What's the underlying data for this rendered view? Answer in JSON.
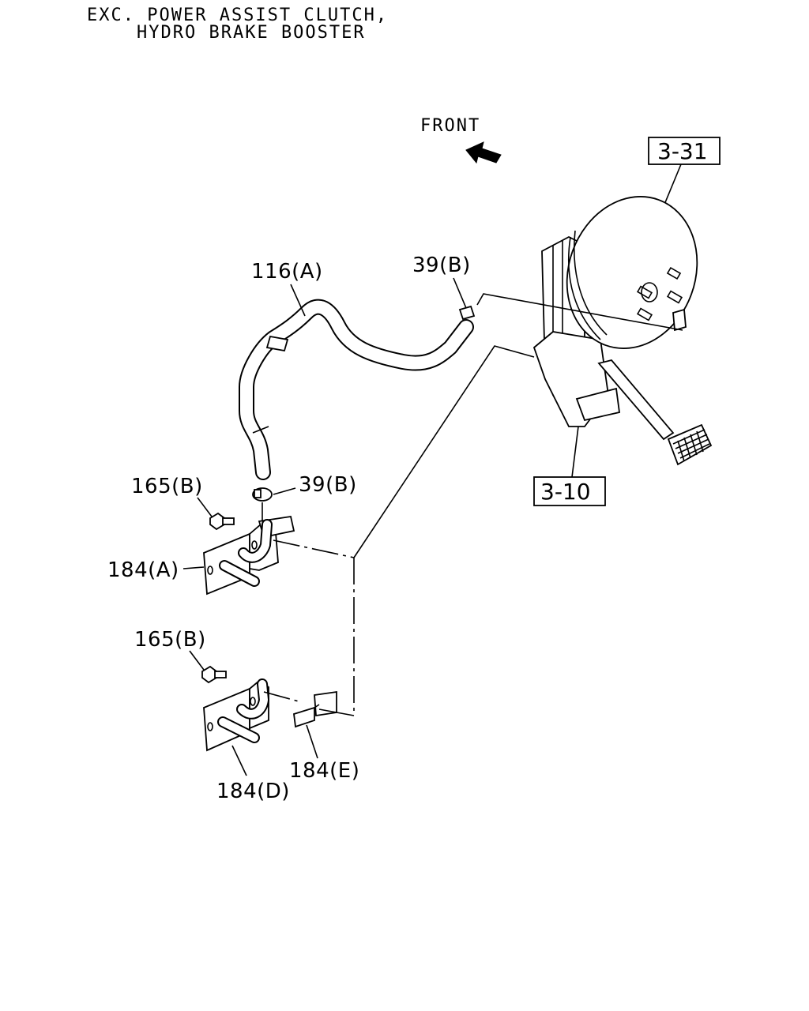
{
  "header": {
    "line1": "EXC. POWER ASSIST CLUTCH,",
    "line2": "HYDRO BRAKE BOOSTER"
  },
  "orientation": {
    "front_label": "FRONT",
    "arrow_icon": "front-arrow-icon"
  },
  "references": {
    "ref_3_31": "3-31",
    "ref_3_10": "3-10"
  },
  "parts": {
    "hose_116a": "116(A)",
    "clip_39b_top": "39(B)",
    "clip_39b_mid": "39(B)",
    "bolt_165b_top": "165(B)",
    "bolt_165b_bottom": "165(B)",
    "bracket_184a": "184(A)",
    "bracket_184d": "184(D)",
    "bracket_184e": "184(E)"
  }
}
